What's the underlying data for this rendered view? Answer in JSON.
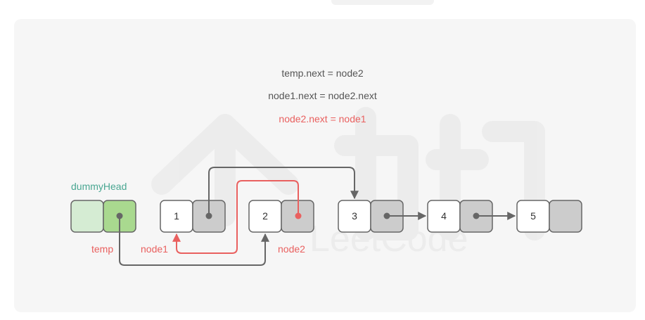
{
  "code": {
    "line1": "temp.next = node2",
    "line2": "node1.next = node2.next",
    "line3": "node2.next = node1"
  },
  "labels": {
    "dummy_head": "dummyHead",
    "temp": "temp",
    "node1": "node1",
    "node2": "node2"
  },
  "nodes": [
    "1",
    "2",
    "3",
    "4",
    "5"
  ],
  "colors": {
    "highlight": "#e9605f",
    "teal": "#4aa792",
    "arrow": "#666666",
    "node_fill": "#ffffff",
    "pointer_fill": "#cccccc",
    "dummy_left": "#d5ecd3",
    "dummy_right": "#a9d98f"
  },
  "watermark": "LeetCode 力扣"
}
